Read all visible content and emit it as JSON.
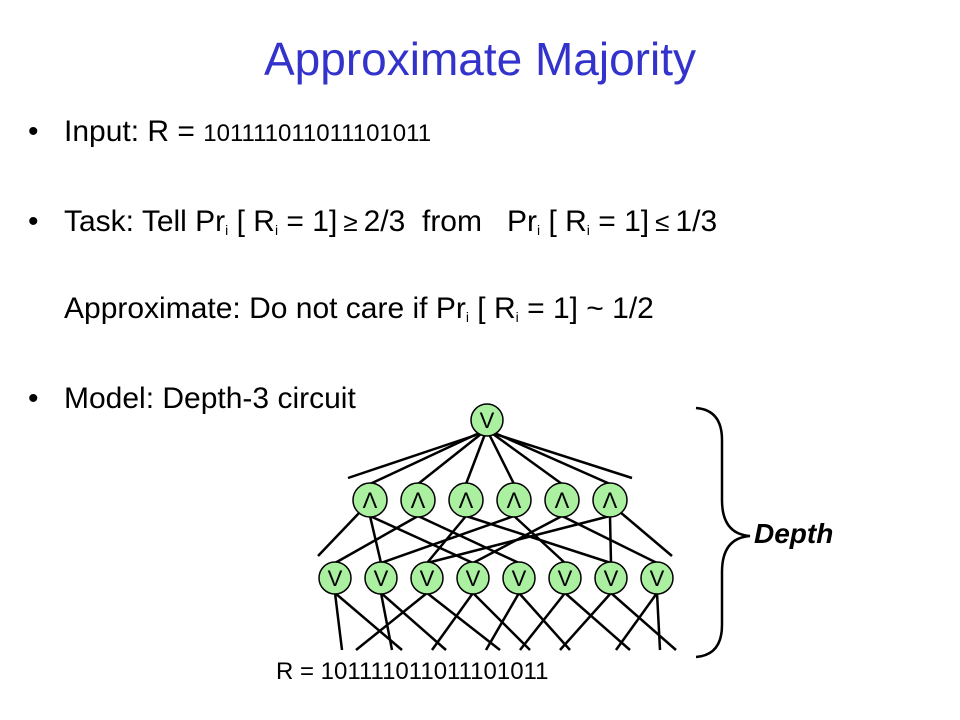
{
  "title": "Approximate Majority",
  "bullets": {
    "input": {
      "label": "Input: R = ",
      "bits": "101111011011101011"
    },
    "task": {
      "prefix": "Task: Tell Pr",
      "sub_i": "i",
      "open": " [ R",
      "close": " = 1]",
      "ge": "≥",
      "ge_value": "2/3",
      "from": "from",
      "le": "≤",
      "le_value": "1/3"
    },
    "approx": {
      "prefix": "Approximate:  Do not care if Pr",
      "suffix": " = 1] ~ 1/2"
    },
    "model": "Model: Depth-3 circuit"
  },
  "diagram": {
    "top_gate": "V",
    "middle_gate": "Λ",
    "bottom_gate": "V",
    "r_label": "R = 101111011011101011",
    "depth_label": "Depth",
    "colors": {
      "gate_fill": "#aaf0a0",
      "gate_stroke": "#000000",
      "title": "#3333cc"
    }
  }
}
